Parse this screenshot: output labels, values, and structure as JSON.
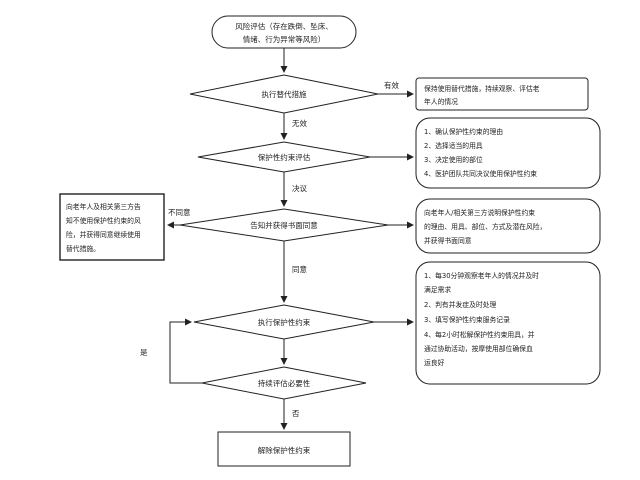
{
  "flowchart": {
    "start": {
      "lines": [
        "风险评估（存在跌倒、坠床、",
        "情绪、行为异常等风险）"
      ]
    },
    "step1": {
      "label": "执行替代措施"
    },
    "step1_yes": "有效",
    "step1_no": "无效",
    "note1": {
      "lines": [
        "保持使用替代措施，持续观察、评估老",
        "年人的情况"
      ]
    },
    "step2": {
      "label": "保护性约束评估"
    },
    "step2_out": "决议",
    "note2": {
      "lines": [
        "1、确认保护性约束的理由",
        "2、选择适当的用具",
        "3、决定使用的部位",
        "4、医护团队共同决议使用保护性约束"
      ]
    },
    "step3": {
      "label": "告知并获得书面同意"
    },
    "step3_no": "不同意",
    "step3_yes": "同意",
    "note3": {
      "lines": [
        "向老年人/相关第三方说明保护性约束",
        "的理由、用具、部位、方式及潜在风险，",
        "并获得书面同意"
      ]
    },
    "left_box": {
      "lines": [
        "向老年人及相关第三方告",
        "知不使用保护性约束的风",
        "险，并获得同意继续使用",
        "替代措施。"
      ]
    },
    "step4": {
      "label": "执行保护性约束"
    },
    "note4": {
      "lines": [
        "1、每30分钟观察老年人的情况并及时",
        "   满足需求",
        "2、判有并发症及时处理",
        "3、填写保护性约束服务记录",
        "4、每2小时松解保护性约束用具，并",
        "   通过协助活动，按摩使用部位确保血",
        "   运良好"
      ]
    },
    "step5": {
      "label": "持续评估必要性"
    },
    "loop_yes": "是",
    "step5_no": "否",
    "end": {
      "label": "解除保护性约束"
    }
  }
}
